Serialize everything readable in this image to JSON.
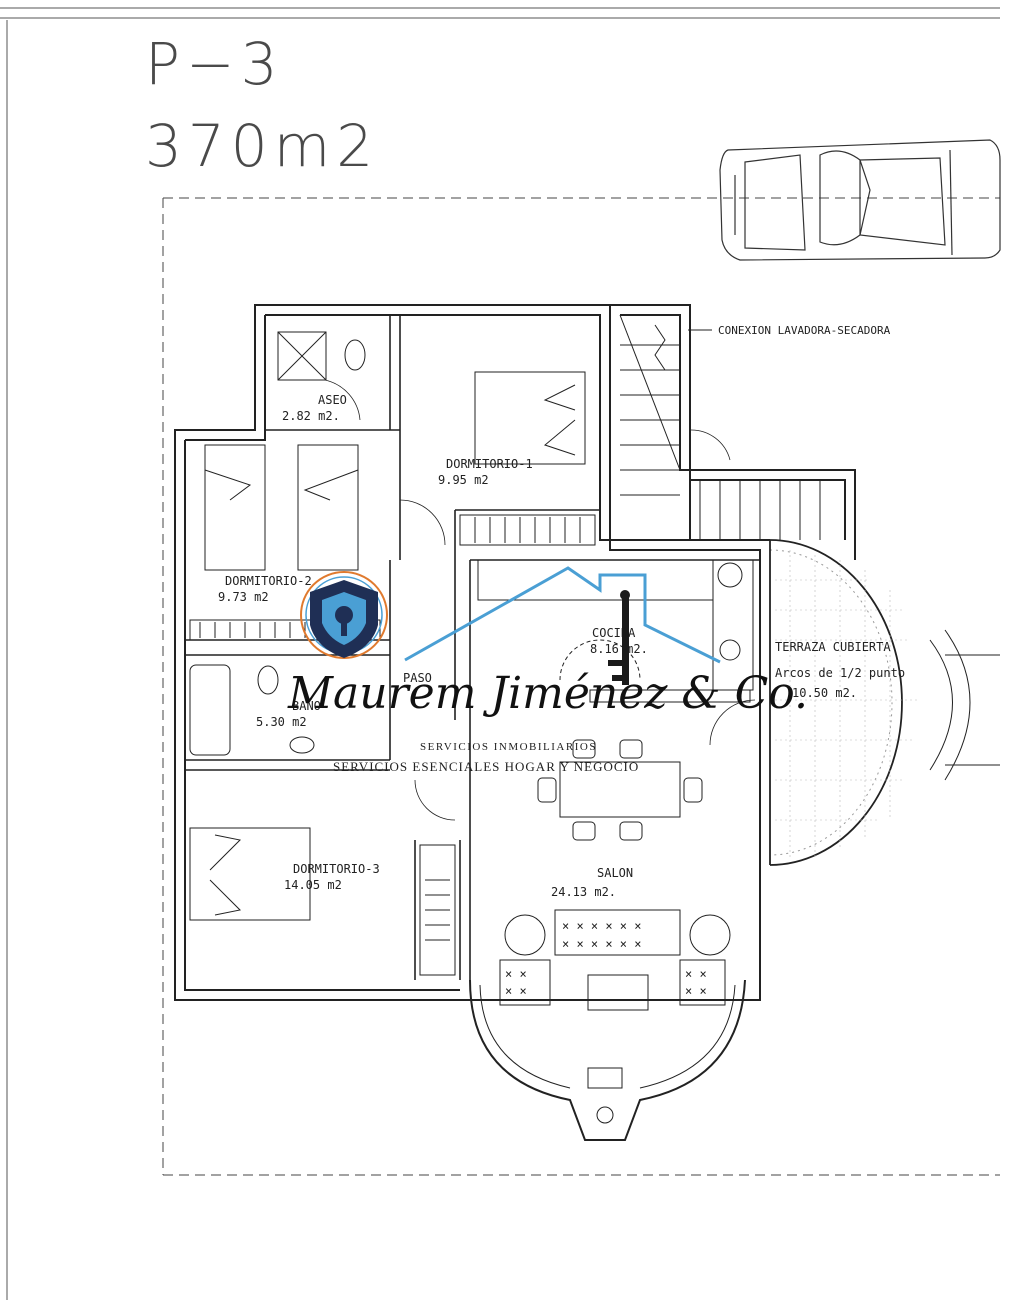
{
  "title": {
    "level": "P−3",
    "area": "370m2"
  },
  "rooms": {
    "aseo": {
      "name": "ASEO",
      "area": "2.82 m2."
    },
    "dorm1": {
      "name": "DORMITORIO-1",
      "area": "9.95 m2"
    },
    "dorm2": {
      "name": "DORMITORIO-2",
      "area": "9.73 m2"
    },
    "bano": {
      "name": "BAÑO",
      "area": "5.30 m2"
    },
    "paso": {
      "name": "PASO"
    },
    "cocina": {
      "name": "COCINA",
      "area": "8.16 m2."
    },
    "terraza": {
      "name": "TERRAZA CUBIERTA",
      "note": "Arcos de 1/2 punto",
      "area": "10.50 m2."
    },
    "dorm3": {
      "name": "DORMITORIO-3",
      "area": "14.05 m2"
    },
    "salon": {
      "name": "SALON",
      "area": "24.13 m2."
    }
  },
  "annotations": {
    "laundry": "CONEXION LAVADORA-SECADORA"
  },
  "watermark": {
    "name": "Maurem Jiménez & Co.",
    "line1": "SERVICIOS INMOBILIARIOS",
    "line2": "SERVICIOS ESENCIALES HOGAR Y NEGOCIO",
    "accent_color": "#4a9fd4",
    "shield_color": "#1f2f55",
    "ring_color": "#e07a2e"
  },
  "icons": {
    "car": "car-icon",
    "stairs": "stairs-icon"
  }
}
